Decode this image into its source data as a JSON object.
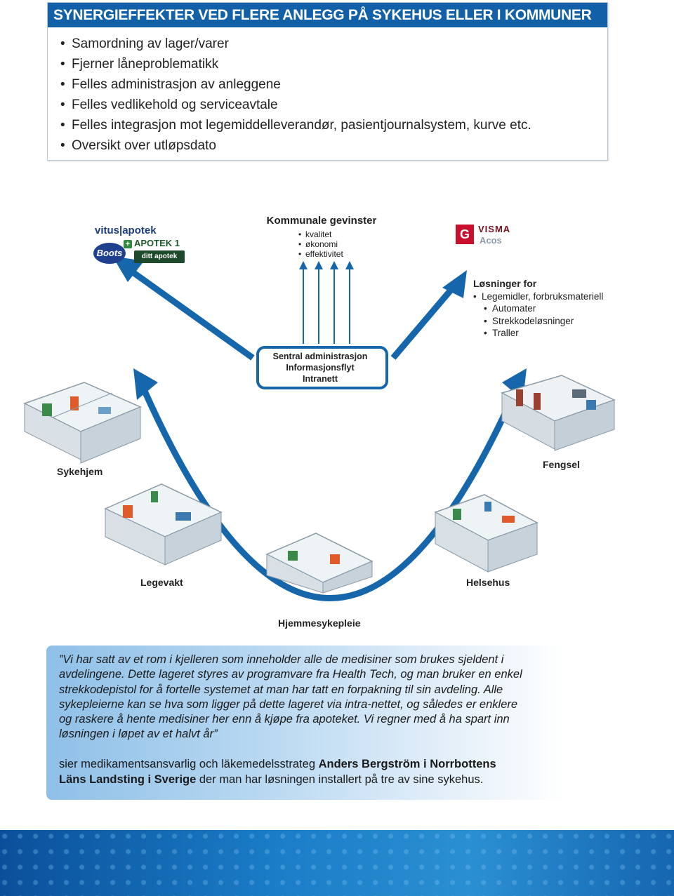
{
  "header": {
    "title": "SYNERGIEFFEKTER  VED FLERE ANLEGG PÅ SYKEHUS ELLER I KOMMUNER",
    "bullets": [
      "Samordning av lager/varer",
      "Fjerner låneproblematikk",
      "Felles administrasjon av anleggene",
      "Felles vedlikehold og serviceavtale",
      "Felles integrasjon mot legemiddelleverandør, pasientjournalsystem, kurve etc.",
      "Oversikt over utløpsdato"
    ]
  },
  "logos": {
    "left": {
      "vitus": "vitus",
      "vitus_apotek": "apotek",
      "apotek1": "APOTEK 1",
      "boots": "Boots",
      "ditt": "ditt apotek"
    },
    "right": {
      "g": "G",
      "visma": "VISMA",
      "acos": "Acos"
    }
  },
  "kommunale": {
    "title": "Kommunale gevinster",
    "items": [
      "kvalitet",
      "økonomi",
      "effektivitet"
    ]
  },
  "losninger": {
    "title": "Løsninger for",
    "items": [
      "Legemidler, forbruksmateriell",
      "Automater",
      "Strekkodeløsninger",
      "Traller"
    ]
  },
  "sentral": {
    "lines": [
      "Sentral administrasjon",
      "Informasjonsflyt",
      "Intranett"
    ]
  },
  "places": {
    "sykehjem": "Sykehjem",
    "fengsel": "Fengsel",
    "legevakt": "Legevakt",
    "helsehus": "Helsehus",
    "hjemmesykepleie": "Hjemmesykepleie"
  },
  "quote": {
    "lines": [
      "”Vi har satt av et rom i kjelleren som inneholder alle de medisiner som brukes sjeldent i",
      "avdelingene. Dette lageret styres av programvare fra Health Tech, og man bruker en enkel",
      "strekkodepistol for å fortelle systemet at man har tatt en forpakning til sin avdeling. Alle",
      "sykepleierne kan se hva som ligger på dette lageret via intra-nettet, og således er enklere",
      "og raskere å hente medisiner her enn å kjøpe fra apoteket. Vi regner med å ha spart inn",
      "løsningen i løpet av et halvt år”"
    ],
    "attribution": {
      "part1": "sier medikamentsansvarlig och läkemedelsstrateg ",
      "bold1": "Anders Bergström i Norrbottens",
      "bold2": "Läns Landsting i Sverige",
      "part2": " der man har løsningen installert på tre av sine sykehus."
    }
  },
  "colors": {
    "title_bar": "#1260a8",
    "arrow": "#1566aa",
    "quote_gradient_start": "#8fc0e8"
  }
}
